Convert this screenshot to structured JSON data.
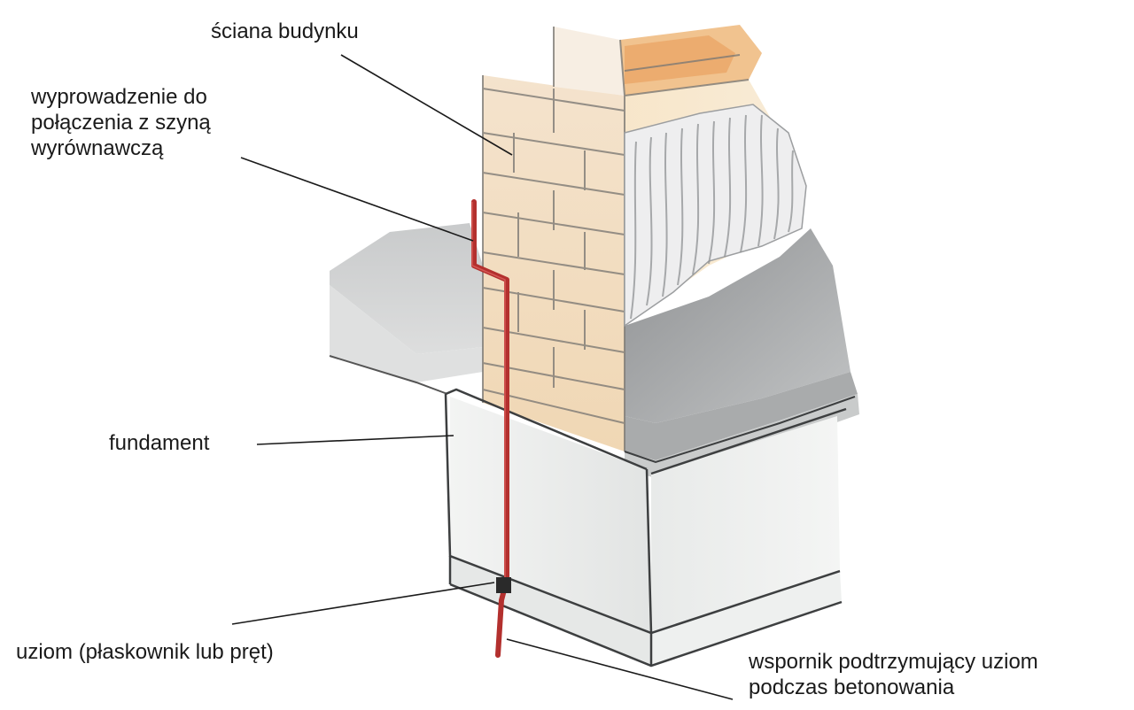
{
  "labels": {
    "wall": "ściana budynku",
    "lead_out": [
      "wyprowadzenie do",
      "połączenia z szyną",
      "wyrównawczą"
    ],
    "foundation": "fundament",
    "electrode": "uziom (płaskownik lub pręt)",
    "bracket": [
      "wspornik podtrzymujący uziom",
      "podczas betonowania"
    ]
  },
  "colors": {
    "brick_light": "#f1dcc0",
    "brick_dark": "#eec08e",
    "plaster": "#e9e9ea",
    "concrete_dark": "#9a9c9e",
    "concrete_light": "#e7e9e9",
    "conductor": "#b3302e"
  }
}
